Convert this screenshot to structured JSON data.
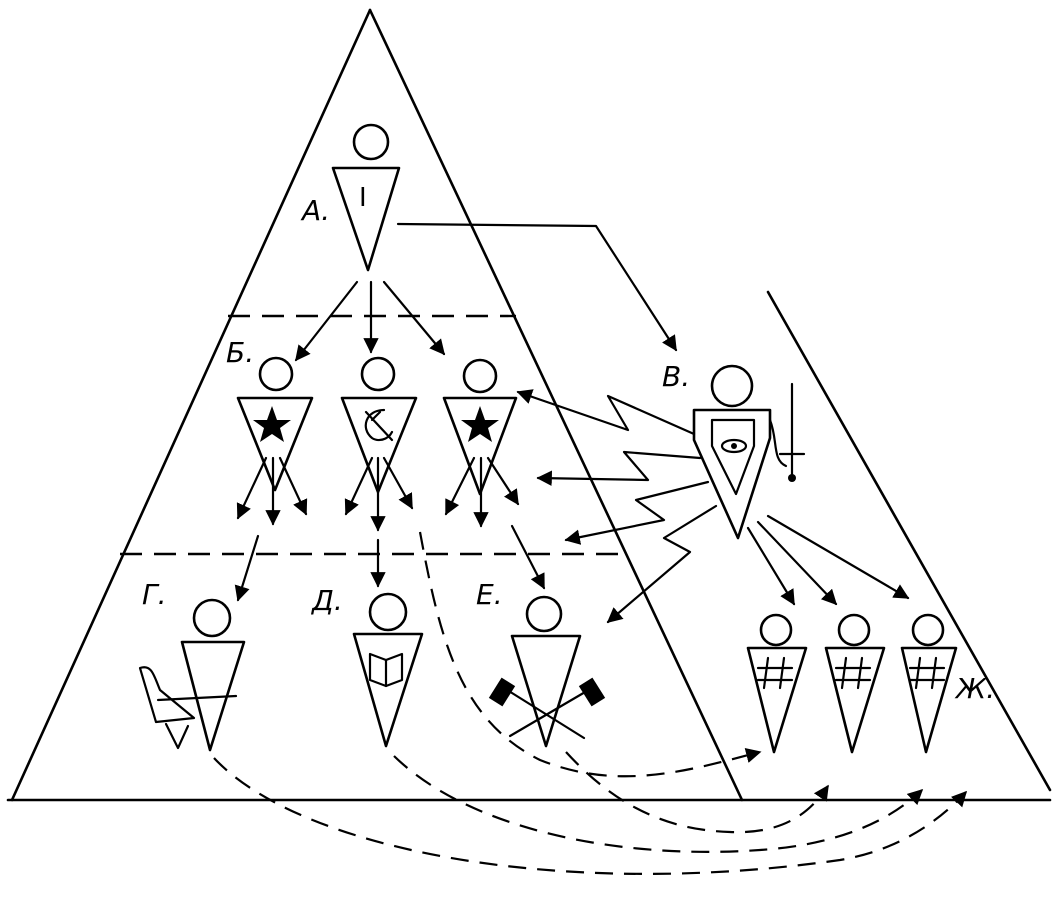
{
  "labels": {
    "a": "А.",
    "b": "Б.",
    "v": "В.",
    "g": "Г.",
    "d": "Д.",
    "e": "Е.",
    "zh": "Ж."
  },
  "symbols": {
    "top_figure": "I"
  },
  "icons": {
    "top": "roman-one-icon",
    "party_left": "star-icon",
    "party_center": "hammer-and-sickle-icon",
    "party_right": "star-icon",
    "secret_police": "eye-icon",
    "sword": "sword-icon",
    "workers": "wheelbarrow-icon",
    "intelligentsia": "book-icon",
    "peasants": "crossed-hammers-icon",
    "prisoners": "prison-bars-icon"
  },
  "colors": {
    "ink": "#000000",
    "paper": "#ffffff"
  }
}
